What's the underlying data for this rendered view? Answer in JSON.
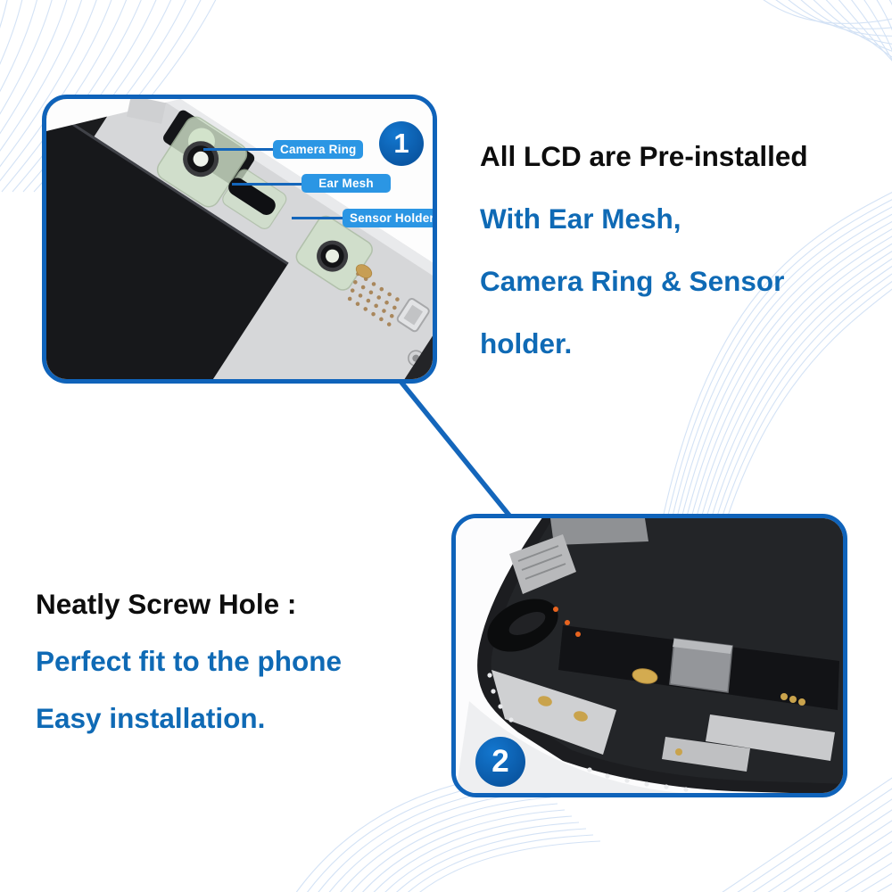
{
  "colors": {
    "accent_border": "#0f63ba",
    "accent_line": "#1466bb",
    "badge_blue": "#2b96e4",
    "step_circle_blue": "#0a57a4",
    "text_blue": "#0f6ab5",
    "text_black": "#0d0d0d",
    "decor_line_blue": "#cfdff4"
  },
  "photo1": {
    "step": "1",
    "callouts": [
      "Camera Ring",
      "Ear Mesh",
      "Sensor Holder"
    ]
  },
  "photo2": {
    "step": "2"
  },
  "headline": {
    "lines": [
      "All LCD are Pre-installed",
      "With Ear Mesh,",
      "Camera Ring & Sensor",
      "holder."
    ]
  },
  "feature": {
    "lines": [
      "Neatly Screw Hole :",
      "Perfect fit to the phone",
      "Easy installation."
    ]
  }
}
